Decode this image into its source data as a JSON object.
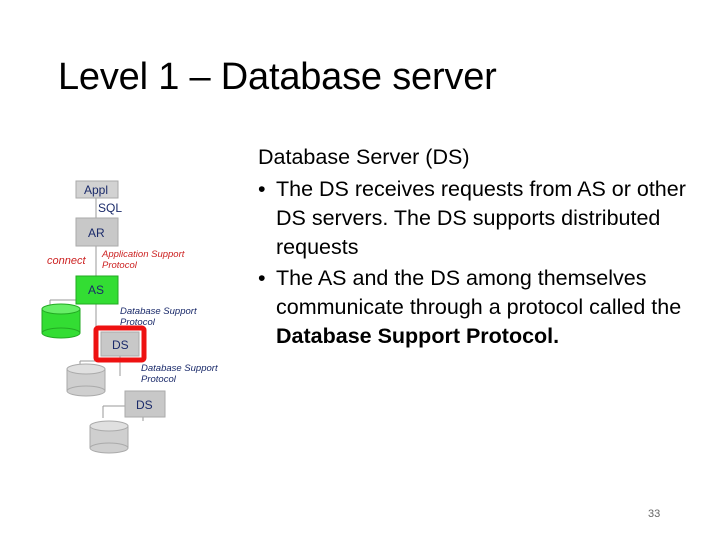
{
  "slide": {
    "title": "Level 1 – Database server",
    "page_number": "33"
  },
  "content": {
    "heading": "Database Server (DS)",
    "bullets": [
      {
        "text": "The DS receives requests from AS or other DS servers. The DS supports distributed requests"
      },
      {
        "text_pre": "The AS and the DS among themselves communicate through a protocol called the ",
        "text_bold": "Database Support Protocol."
      }
    ],
    "bullet_glyph": "•"
  },
  "diagram": {
    "boxes": {
      "appl": "Appl",
      "ar": "AR",
      "as": "AS",
      "ds1": "DS",
      "ds2": "DS"
    },
    "labels": {
      "sql": "SQL",
      "connect": "connect",
      "asp_line1": "Application Support",
      "asp_line2": "Protocol",
      "dsp1_line1": "Database Support",
      "dsp1_line2": "Protocol",
      "dsp2_line1": "Database Support",
      "dsp2_line2": "Protocol"
    },
    "colors": {
      "box_gray": "#c8c8c8",
      "box_green": "#33dd33",
      "highlight_red": "#ee1111",
      "label_red": "#cc2222",
      "label_navy": "#1a2a6a"
    }
  }
}
